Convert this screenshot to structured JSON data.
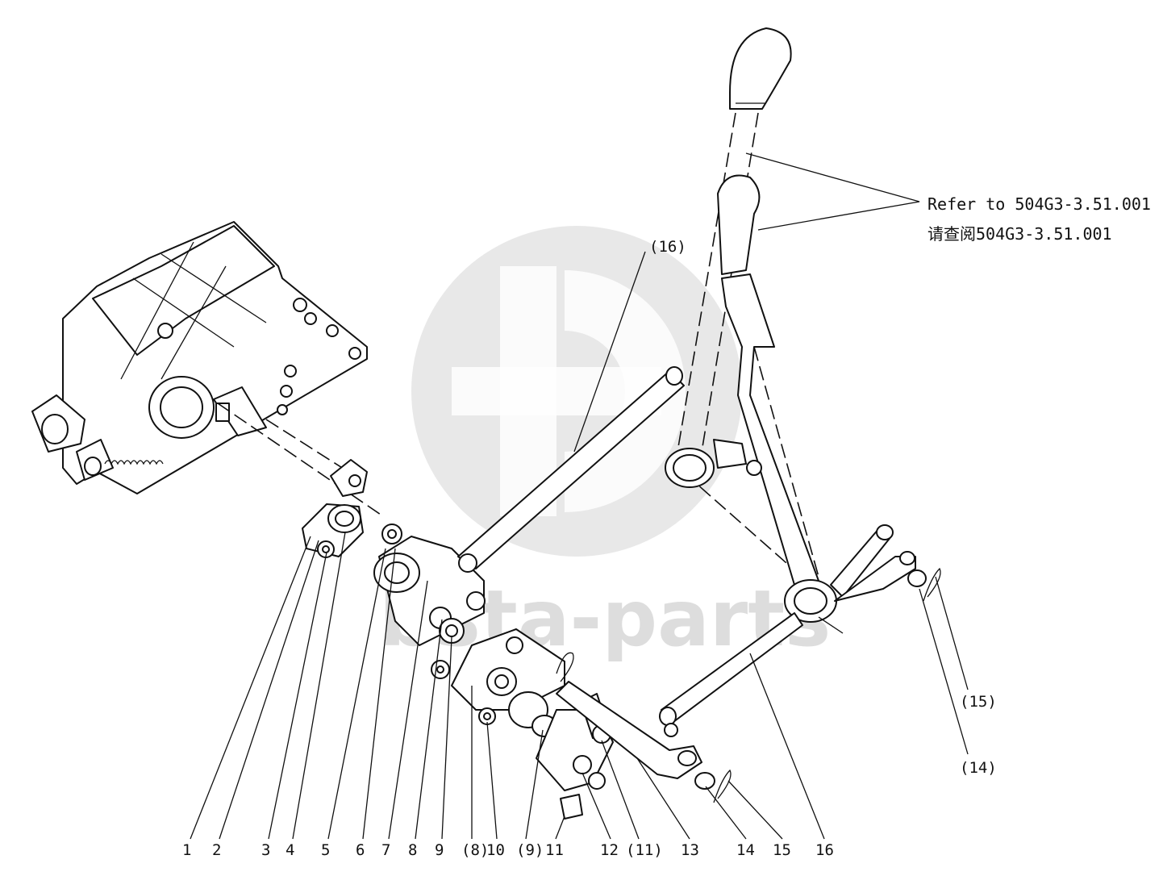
{
  "watermark": {
    "text": "bsta-parts",
    "color": "#b4b4b4"
  },
  "note": {
    "line1": "Refer to 504G3-3.51.001",
    "line2": "请查阅504G3-3.51.001"
  },
  "callouts": [
    {
      "label": "1"
    },
    {
      "label": "2"
    },
    {
      "label": "3"
    },
    {
      "label": "4"
    },
    {
      "label": "5"
    },
    {
      "label": "6"
    },
    {
      "label": "7"
    },
    {
      "label": "8"
    },
    {
      "label": "9"
    },
    {
      "label": "(8)"
    },
    {
      "label": "10"
    },
    {
      "label": "(9)"
    },
    {
      "label": "11"
    },
    {
      "label": "12"
    },
    {
      "label": "(11)"
    },
    {
      "label": "13"
    },
    {
      "label": "14"
    },
    {
      "label": "15"
    },
    {
      "label": "16"
    }
  ],
  "refs": {
    "r16": "(16)",
    "r15": "(15)",
    "r14": "(14)"
  }
}
